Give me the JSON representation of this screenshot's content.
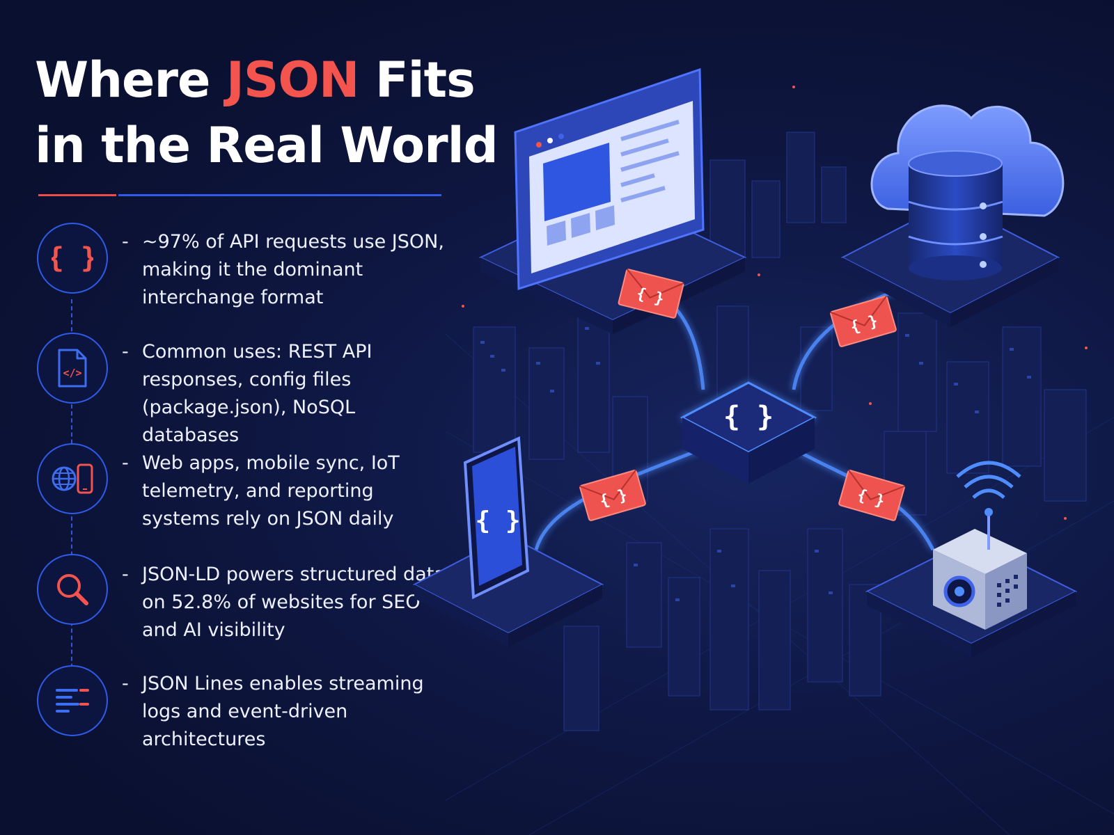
{
  "title": {
    "before": "Where ",
    "accent": "JSON",
    "after": " Fits in the Real World"
  },
  "items": [
    {
      "icon": "curly-braces-icon",
      "dash": "-",
      "text": "~97% of API requests use JSON, making it the dominant interchange format"
    },
    {
      "icon": "code-file-icon",
      "dash": "-",
      "text": "Common uses: REST API responses, config files (package.json), NoSQL databases"
    },
    {
      "icon": "globe-phone-icon",
      "dash": "-",
      "text": "Web apps, mobile sync, IoT telemetry, and reporting systems rely on JSON daily"
    },
    {
      "icon": "search-icon",
      "dash": "-",
      "text": "JSON-LD powers structured data on 52.8% of websites for SEO and AI visibility"
    },
    {
      "icon": "log-lines-icon",
      "dash": "-",
      "text": "JSON Lines enables streaming logs and event-driven architectures"
    }
  ],
  "illustration": {
    "hub_glyph": "{ }",
    "phone_glyph": "{ }",
    "envelope_glyph": "{ }"
  },
  "colors": {
    "background": "#0b1133",
    "accent_red": "#f4544e",
    "accent_blue": "#2f5be8",
    "glow": "#4f8dff"
  }
}
